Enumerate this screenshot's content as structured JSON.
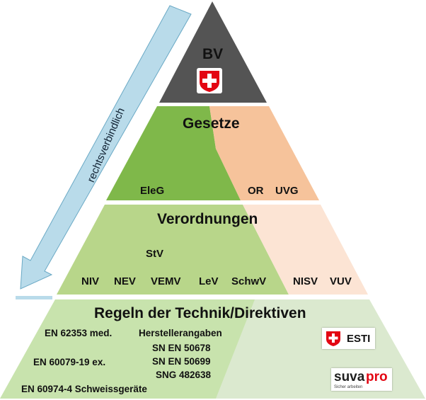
{
  "pyramid": {
    "arrow_label": "rechtsverbindlich",
    "tiers": [
      {
        "title": "BV"
      },
      {
        "title": "Gesetze",
        "left_items": [
          "EleG"
        ],
        "right_items": [
          "OR",
          "UVG"
        ]
      },
      {
        "title": "Verordnungen",
        "center_item": "StV",
        "left_items": [
          "NIV",
          "NEV",
          "VEMV",
          "LeV",
          "SchwV"
        ],
        "right_items": [
          "NISV",
          "VUV"
        ]
      },
      {
        "title": "Regeln der Technik/Direktiven",
        "items": [
          "EN 62353 med.",
          "EN 60079-19 ex.",
          "EN 60974-4 Schweissgeräte",
          "Herstellerangaben",
          "SN EN 50678",
          "SN EN 50699",
          "SNG 482638"
        ]
      }
    ],
    "esti_badge": "ESTI",
    "suva_badge": {
      "brand_a": "suva",
      "brand_b": "pro",
      "tagline": "Sicher arbeiten"
    }
  },
  "colors": {
    "top": "#545454",
    "gesetze_green": "#7fb84a",
    "gesetze_peach": "#f6c39b",
    "verordnungen_green": "#b8d68a",
    "verordnungen_peach": "#fce4d4",
    "regeln_green": "#c8e3ad",
    "regeln_light": "#dbe9cf",
    "arrow": "#b9dbea",
    "swiss_red": "#e30613"
  }
}
